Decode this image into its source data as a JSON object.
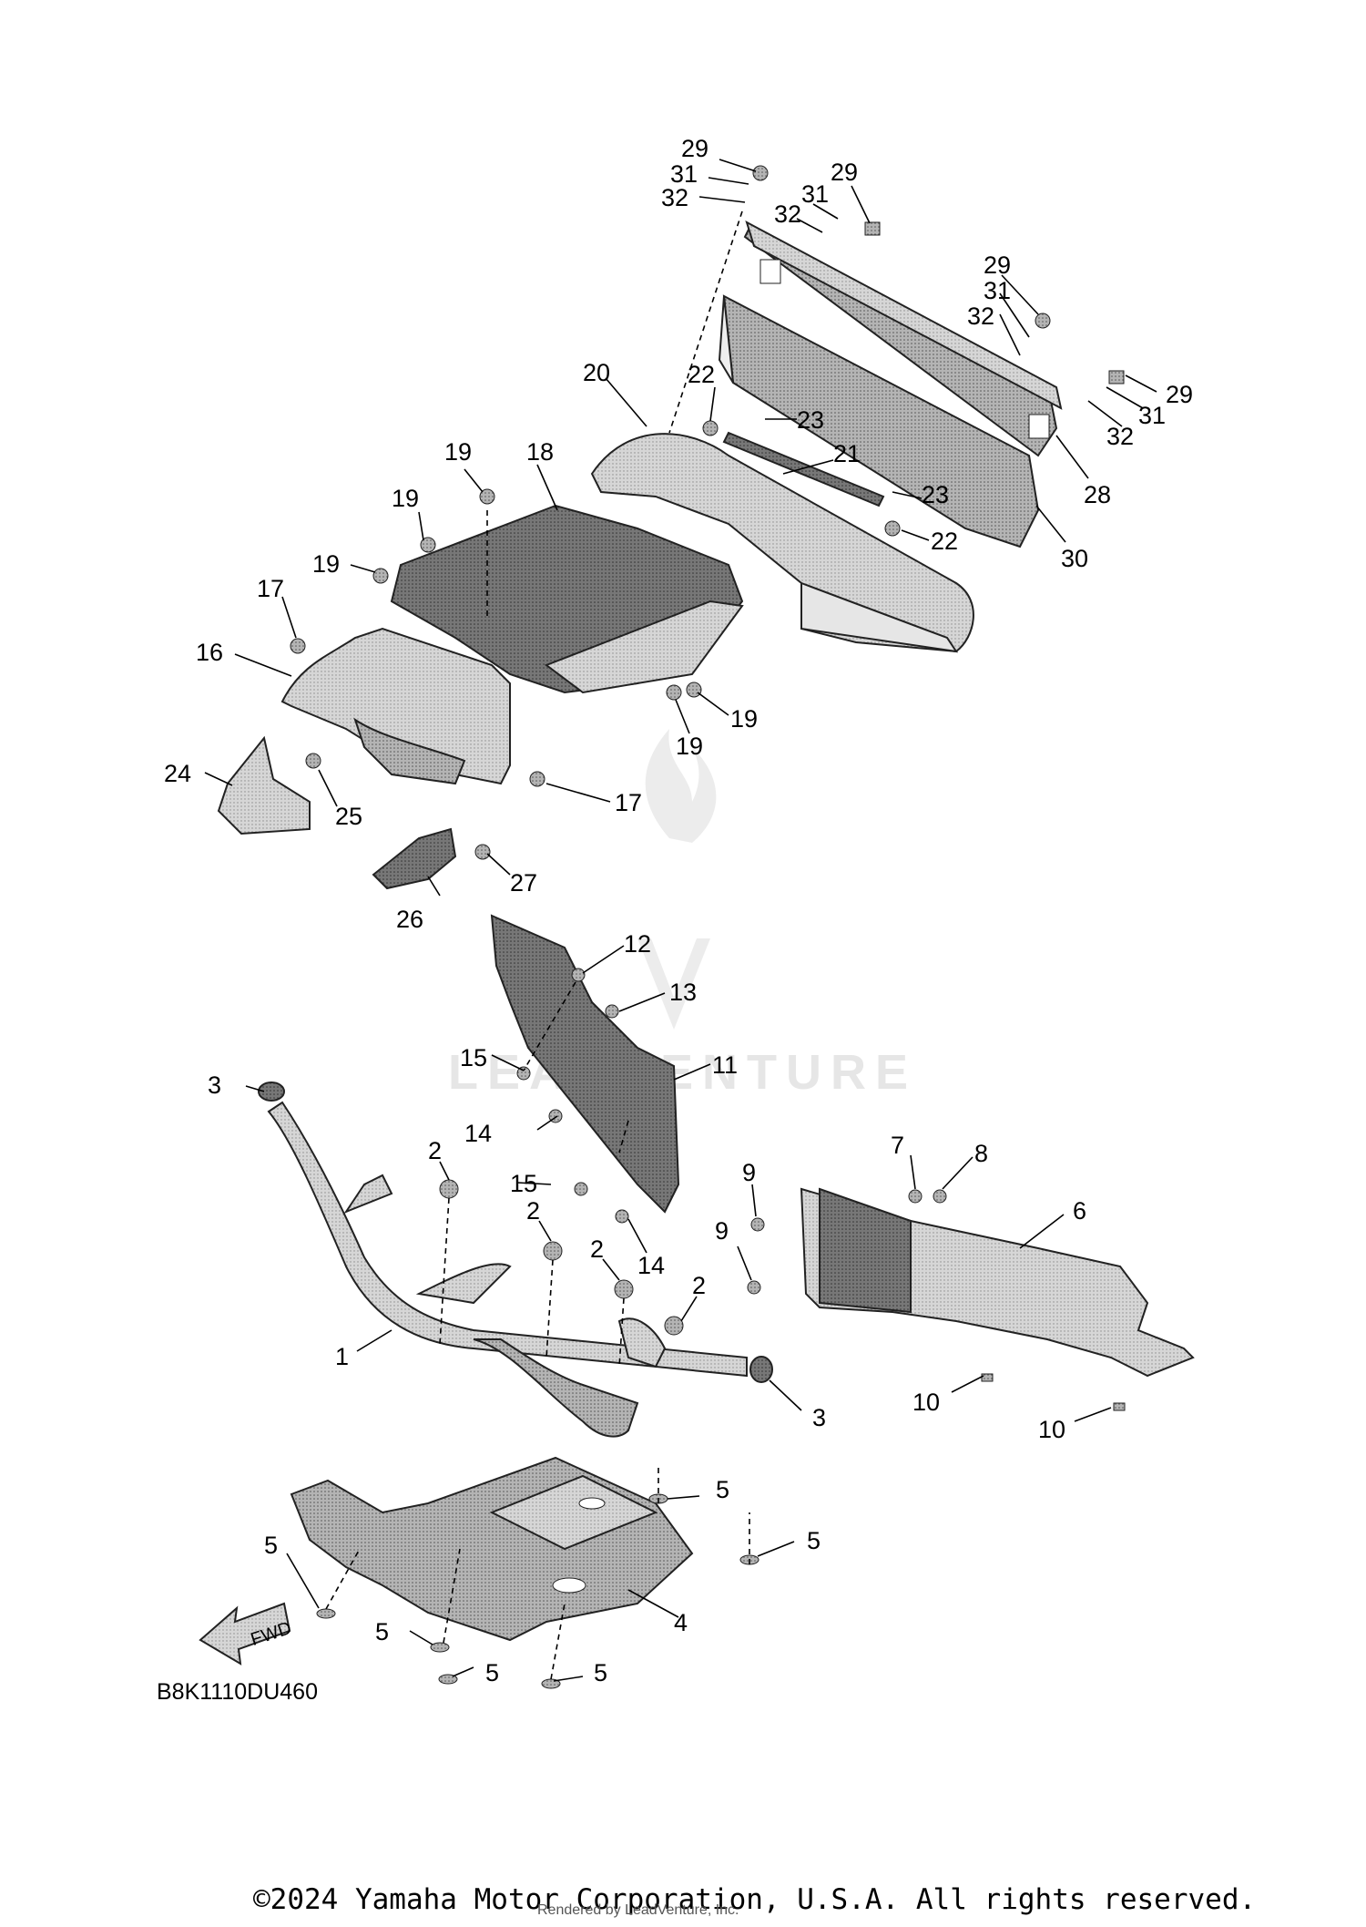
{
  "diagram_code": "B8K1110DU460",
  "fwd_label": "FWD",
  "watermark_text": "LEADVENTURE",
  "copyright": "©2024 Yamaha Motor Corporation, U.S.A. All rights reserved.",
  "rendered_by": "Rendered by LeadVenture, Inc.",
  "part_numbers": [
    "1",
    "2",
    "3",
    "4",
    "5",
    "6",
    "7",
    "8",
    "9",
    "10",
    "11",
    "12",
    "13",
    "14",
    "15",
    "16",
    "17",
    "18",
    "19",
    "20",
    "21",
    "22",
    "23",
    "24",
    "25",
    "26",
    "27",
    "28",
    "29",
    "30",
    "31",
    "32"
  ],
  "colors": {
    "ink": "#000000",
    "part_fill_light": "#d9d9d9",
    "part_fill_mid": "#a9a9a9",
    "part_fill_dark": "#6e6e6e",
    "watermark": "#e6e6e6"
  }
}
